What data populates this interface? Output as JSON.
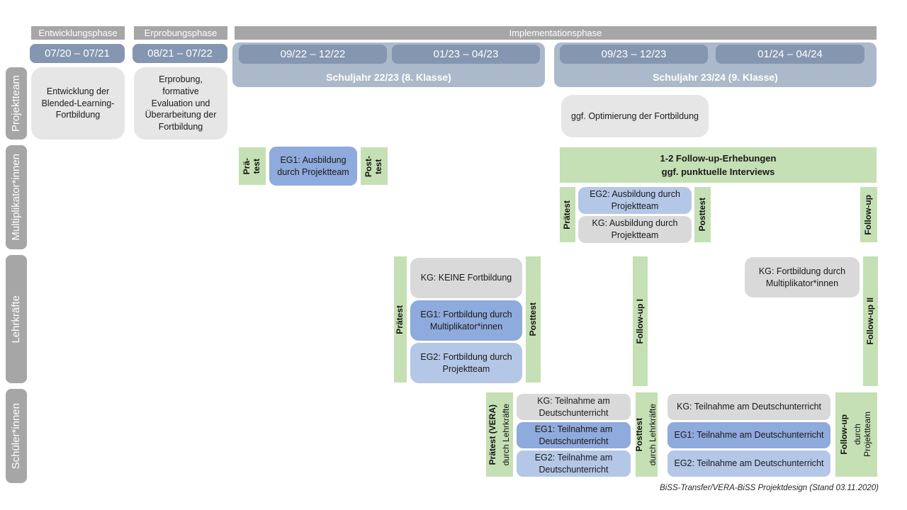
{
  "phases": {
    "entwicklung": "Entwicklungsphase",
    "erprobung": "Erprobungsphase",
    "implementation": "Implementationsphase"
  },
  "timeline": {
    "d1": "07/20 – 07/21",
    "d2": "08/21 – 07/22",
    "d3": "09/22 – 12/22",
    "d4": "01/23 – 04/23",
    "d5": "09/23 – 12/23",
    "d6": "01/24 – 04/24",
    "schuljahr1": "Schuljahr 22/23 (8. Klasse)",
    "schuljahr2": "Schuljahr 23/24 (9. Klasse)"
  },
  "row_labels": {
    "projektteam": "Projektteam",
    "multiplikatoren": "Multiplikator*innen",
    "lehrkraefte": "Lehrkräfte",
    "schueler": "Schüler*innen"
  },
  "projektteam": {
    "entwicklung": "Entwicklung der Blended-Learning-Fortbildung",
    "erprobung": "Erprobung, formative Evaluation und Überarbeitung der Fortbildung",
    "optimierung": "ggf. Optimierung der Fortbildung"
  },
  "multiplikator": {
    "praetest_split": "Prä-\ntest",
    "eg1": "EG1: Ausbildung durch Projektteam",
    "posttest_split": "Post-\ntest",
    "followup_band": "1-2 Follow-up-Erhebungen\nggf. punktuelle Interviews",
    "praetest": "Prätest",
    "eg2": "EG2: Ausbildung durch Projektteam",
    "kg": "KG: Ausbildung durch Projektteam",
    "posttest": "Posttest",
    "followup": "Follow-up"
  },
  "lehrkraefte": {
    "praetest": "Prätest",
    "kg": "KG: KEINE Fortbildung",
    "eg1": "EG1: Fortbildung durch Multiplikator*innen",
    "eg2": "EG2: Fortbildung durch Projektteam",
    "posttest": "Posttest",
    "followup1": "Follow-up I",
    "kg2": "KG: Fortbildung durch Multiplikator*innen",
    "followup2": "Follow-up II"
  },
  "schueler": {
    "praetest_main": "Prätest (VERA)",
    "praetest_sub": "durch Lehrkräfte",
    "kg1": "KG: Teilnahme am Deutschunterricht",
    "eg1_1": "EG1: Teilnahme am Deutschunterricht",
    "eg2_1": "EG2: Teilnahme am Deutschunterricht",
    "posttest_main": "Posttest",
    "posttest_sub": "durch Lehrkräfte",
    "kg2": "KG: Teilnahme am Deutschunterricht",
    "eg1_2": "EG1: Teilnahme am Deutschunterricht",
    "eg2_2": "EG2: Teilnahme am Deutschunterricht",
    "followup_main": "Follow-up",
    "followup_sub": "durch\nProjektteam"
  },
  "footer": {
    "caption": "BiSS-Transfer/VERA-BiSS Projektdesign (Stand 03.11.2020)"
  },
  "colors": {
    "phase_gray": "#a6a6a6",
    "date_blue": "#8496b0",
    "band_blue": "#acb9ca",
    "light_gray_box": "#e7e6e6",
    "kg_gray": "#d9d9d9",
    "eg1_blue": "#8faadc",
    "eg2_blue": "#b4c7e7",
    "green": "#c5e0b4"
  }
}
